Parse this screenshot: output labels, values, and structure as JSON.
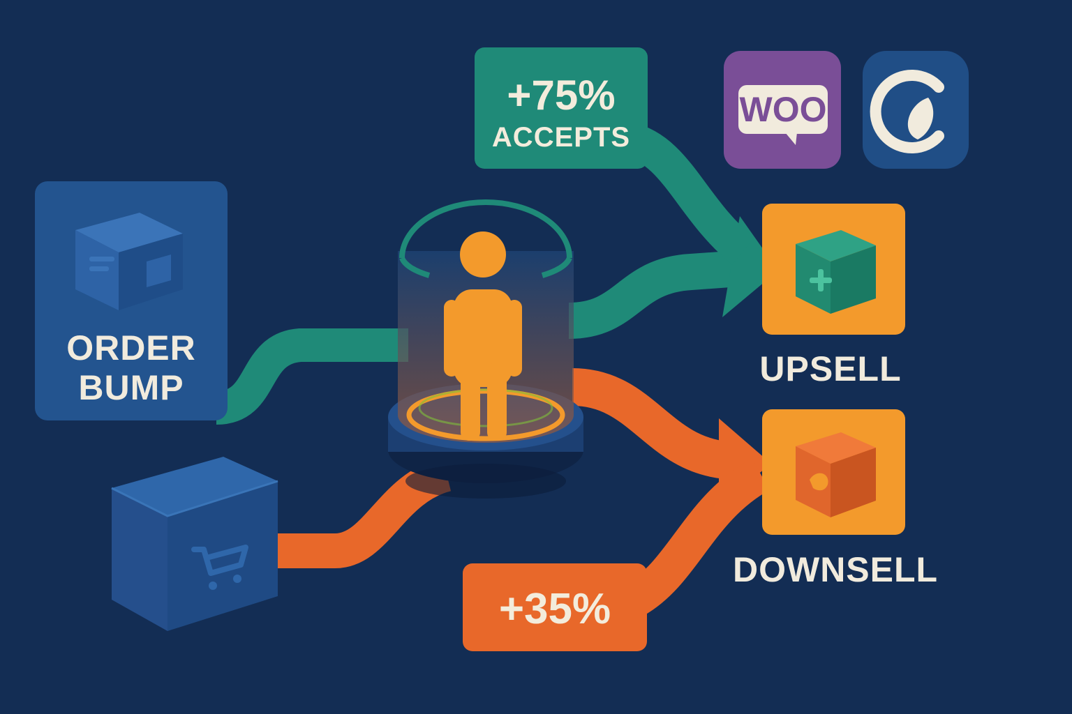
{
  "order_bump": {
    "line1": "ORDER",
    "line2": "BUMP"
  },
  "accepts_stat": {
    "value": "+75%",
    "caption": "ACCEPTS"
  },
  "downsell_stat": {
    "value": "+35%"
  },
  "upsell": {
    "label": "UPSELL"
  },
  "downsell": {
    "label": "DOWNSELL"
  },
  "woo_logo": {
    "text": "WOO"
  },
  "colors": {
    "background": "#132d54",
    "teal": "#1f8a78",
    "orange": "#e8682a",
    "amber": "#f39a2c",
    "woo_purple": "#7a4e97",
    "panel_blue": "#23548f"
  }
}
